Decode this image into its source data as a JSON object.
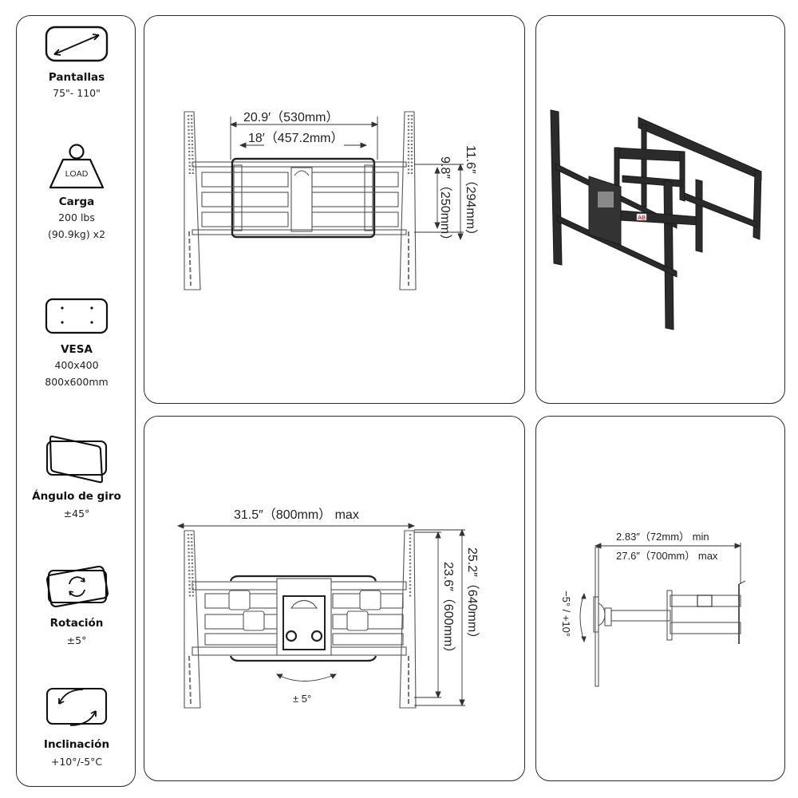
{
  "sidebar": {
    "specs": [
      {
        "id": "screens",
        "icon": "screen-diagonal-icon",
        "title": "Pantallas",
        "values": [
          "75\"- 110\""
        ]
      },
      {
        "id": "load",
        "icon": "load-weight-icon",
        "icon_label": "LOAD",
        "title": "Carga",
        "values": [
          "200 lbs",
          "(90.9kg) x2"
        ]
      },
      {
        "id": "vesa",
        "icon": "vesa-pattern-icon",
        "title": "VESA",
        "values": [
          "400x400",
          "800x600mm"
        ]
      },
      {
        "id": "swivel",
        "icon": "swivel-angle-icon",
        "title": "Ángulo de giro",
        "values": [
          "±45°"
        ]
      },
      {
        "id": "rotation",
        "icon": "rotation-icon",
        "title": "Rotación",
        "values": [
          "±5°"
        ]
      },
      {
        "id": "tilt",
        "icon": "tilt-icon",
        "title": "Inclinación",
        "values": [
          "+10°/-5°C"
        ]
      }
    ]
  },
  "panels": {
    "top_front": {
      "label_outer_width": "20.9′（530mm）",
      "label_inner_width": "18′（457.2mm）",
      "label_inner_height": "9.8″（250mm）",
      "label_outer_height": "11.6″（294mm）"
    },
    "top_photo": {
      "description": "tv-mount-product-photo",
      "brand_badge": "AB"
    },
    "bottom_front": {
      "label_width": "31.5″（800mm） max",
      "label_inner_height": "23.6″（600mm）",
      "label_outer_height": "25.2″（640mm）",
      "label_rotation": "± 5°"
    },
    "bottom_side": {
      "label_min": "2.83″（72mm）   min",
      "label_max": "27.6″（700mm）  max",
      "label_tilt": "−5° / +10°"
    }
  },
  "colors": {
    "border": "#2a2a2a",
    "line_art": "#555555",
    "product_black": "#2b2b2b",
    "badge_red": "#d42a2a"
  }
}
